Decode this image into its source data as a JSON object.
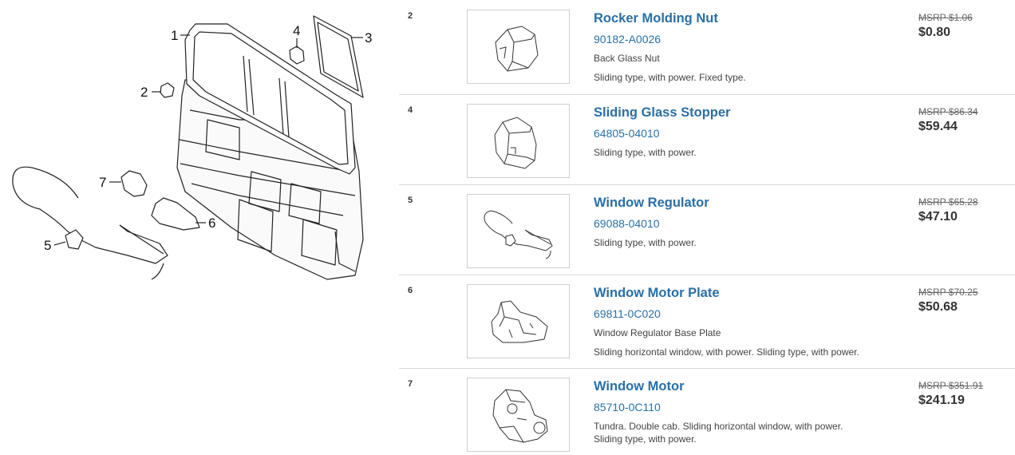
{
  "diagram": {
    "callouts": [
      "1",
      "2",
      "3",
      "4",
      "5",
      "6",
      "7"
    ]
  },
  "parts": [
    {
      "ref": "2",
      "name": "Rocker Molding Nut",
      "part_number": "90182-A0026",
      "desc1": "Back Glass Nut",
      "desc2": "Sliding type, with power. Fixed type.",
      "msrp": "MSRP $1.06",
      "price": "$0.80",
      "thumb_icon": "nut-icon"
    },
    {
      "ref": "4",
      "name": "Sliding Glass Stopper",
      "part_number": "64805-04010",
      "desc1": "Sliding type, with power.",
      "desc2": "",
      "msrp": "MSRP $86.34",
      "price": "$59.44",
      "thumb_icon": "stopper-icon"
    },
    {
      "ref": "5",
      "name": "Window Regulator",
      "part_number": "69088-04010",
      "desc1": "Sliding type, with power.",
      "desc2": "",
      "msrp": "MSRP $65.28",
      "price": "$47.10",
      "thumb_icon": "regulator-icon"
    },
    {
      "ref": "6",
      "name": "Window Motor Plate",
      "part_number": "69811-0C020",
      "desc1": "Window Regulator Base Plate",
      "desc2": "Sliding horizontal window, with power. Sliding type, with power.",
      "msrp": "MSRP $70.25",
      "price": "$50.68",
      "thumb_icon": "plate-icon"
    },
    {
      "ref": "7",
      "name": "Window Motor",
      "part_number": "85710-0C110",
      "desc1": "Tundra. Double cab. Sliding horizontal window, with power. Sliding type, with power.",
      "desc2": "",
      "msrp": "MSRP $351.91",
      "price": "$241.19",
      "thumb_icon": "motor-icon"
    }
  ]
}
